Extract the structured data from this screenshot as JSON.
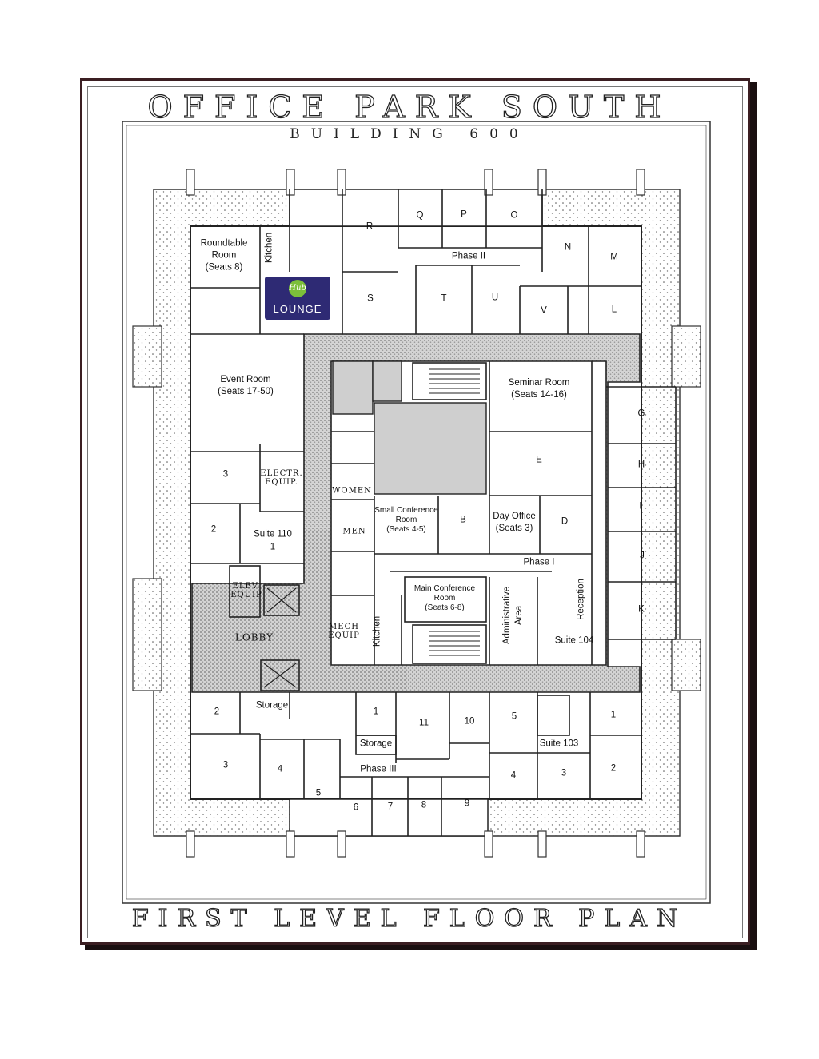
{
  "title": "OFFICE PARK SOUTH",
  "subtitle": "BUILDING 600",
  "footer": "FIRST LEVEL FLOOR PLAN",
  "logo": {
    "hub": "Hub",
    "text": "LOUNGE"
  },
  "colors": {
    "frame": "#3b1e22",
    "corridor": "#c8c8c8",
    "shaded": "#cfcfcf",
    "walls": "#333333"
  },
  "rooms": {
    "roundtable": "Roundtable\nRoom\n(Seats 8)",
    "kitchen_top": "Kitchen",
    "R": "R",
    "Q": "Q",
    "P": "P",
    "O": "O",
    "N": "N",
    "M": "M",
    "S": "S",
    "T": "T",
    "U": "U",
    "V": "V",
    "L": "L",
    "phase2": "Phase II",
    "event": "Event Room\n(Seats 17-50)",
    "seminar": "Seminar Room\n(Seats 14-16)",
    "G": "G",
    "E": "E",
    "H": "H",
    "I": "I",
    "J": "J",
    "K": "K",
    "r3_west": "3",
    "electr": "ELECTR.\nEQUIP.",
    "women": "WOMEN",
    "r2_west": "2",
    "suite110": "Suite 110",
    "r1_west": "1",
    "men": "MEN",
    "small_conf": "Small Conference\nRoom\n(Seats 4-5)",
    "B": "B",
    "day_office": "Day Office\n(Seats 3)",
    "D": "D",
    "phase1": "Phase I",
    "elev_equip": "ELEV.\nEQUIP",
    "main_conf": "Main Conference\nRoom\n(Seats 6-8)",
    "admin": "Administrative\nArea",
    "reception": "Reception",
    "lobby": "LOBBY",
    "mech": "MECH\nEQUIP",
    "kitchen_mid": "Kitchen",
    "suite104": "Suite 104",
    "s_2": "2",
    "storage1": "Storage",
    "s_1": "1",
    "s_11": "11",
    "s_10": "10",
    "s_5a": "5",
    "s_1b": "1",
    "storage2": "Storage",
    "suite103": "Suite 103",
    "s_3": "3",
    "s_4": "4",
    "s_5": "5",
    "phase3": "Phase III",
    "s_4b": "4",
    "s_3b": "3",
    "s_2b": "2",
    "s_6": "6",
    "s_7": "7",
    "s_8": "8",
    "s_9": "9"
  }
}
